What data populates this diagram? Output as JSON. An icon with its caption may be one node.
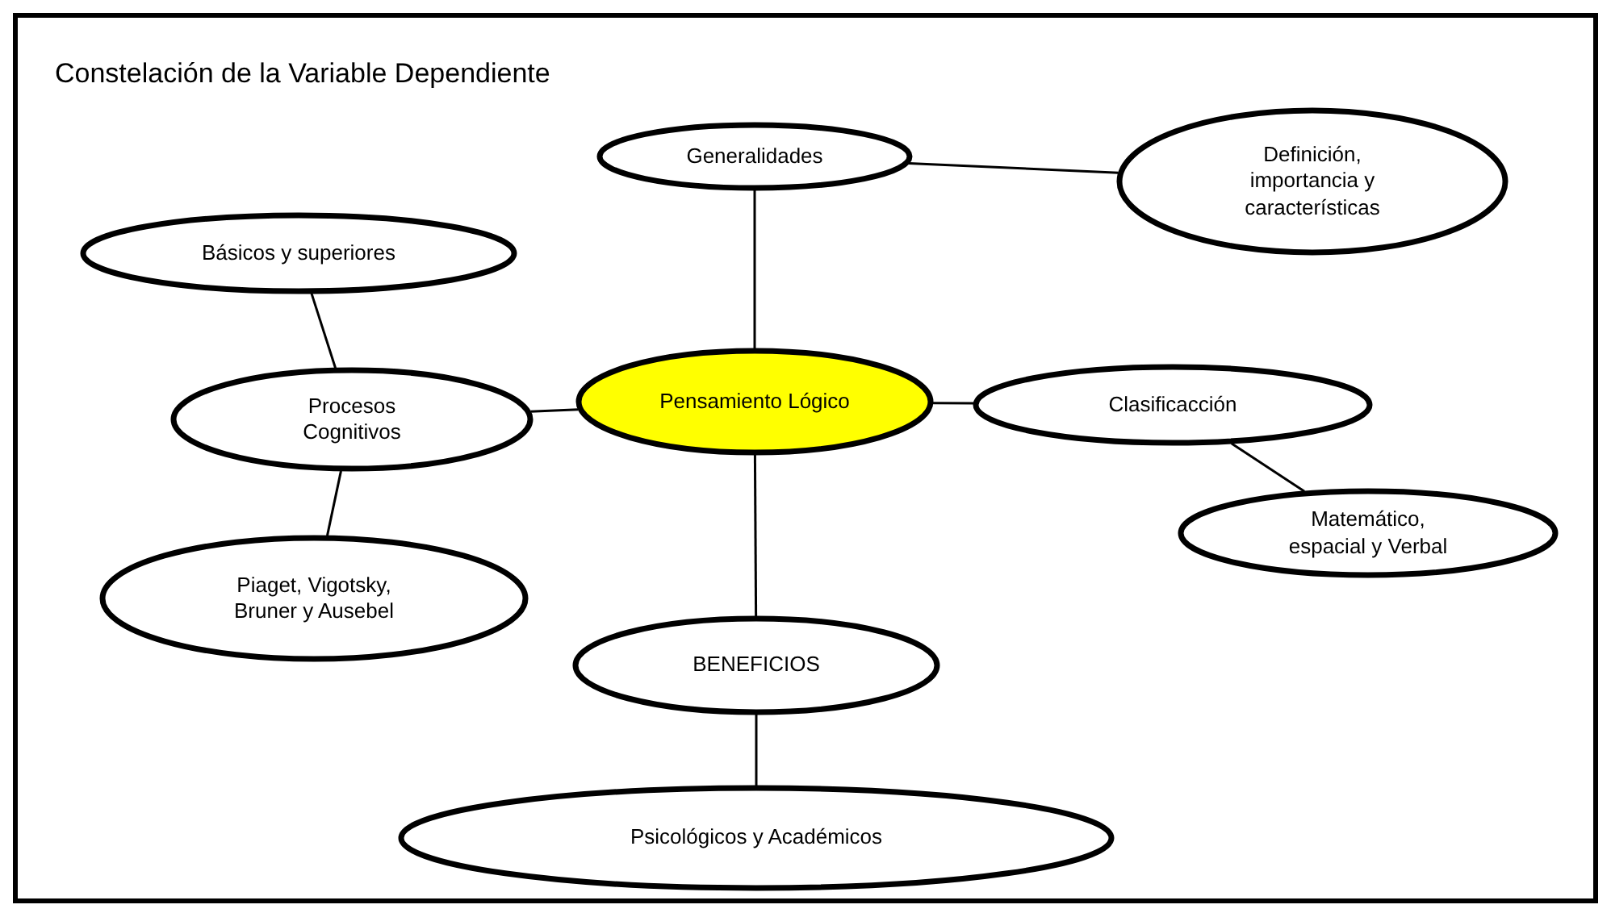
{
  "diagram": {
    "title": "Constelación de la Variable Dependiente",
    "nodes": [
      {
        "text": [
          "Pensamiento Lógico"
        ]
      },
      {
        "text": [
          "Generalidades"
        ]
      },
      {
        "text": [
          "Definición, importancia y características"
        ]
      },
      {
        "text": [
          "Básicos y superiores"
        ]
      },
      {
        "text": [
          "Procesos Cognitivos"
        ]
      },
      {
        "text": [
          "Clasificacción"
        ]
      },
      {
        "text": [
          "Matemático, espacial y Verbal"
        ]
      },
      {
        "text": [
          "Piaget, Vigotsky, Bruner y Ausebel"
        ]
      },
      {
        "text": [
          "BENEFICIOS"
        ]
      },
      {
        "text": [
          "Psicológicos y Académicos"
        ]
      }
    ],
    "edges": [
      {
        "from": 0,
        "to": 1,
        "arrow": "none"
      },
      {
        "from": 1,
        "to": 2,
        "arrow": "none"
      },
      {
        "from": 0,
        "to": 4,
        "arrow": "none"
      },
      {
        "from": 4,
        "to": 3,
        "arrow": "none"
      },
      {
        "from": 4,
        "to": 7,
        "arrow": "none"
      },
      {
        "from": 0,
        "to": 5,
        "arrow": "none"
      },
      {
        "from": 5,
        "to": 6,
        "arrow": "none"
      },
      {
        "from": 0,
        "to": 8,
        "arrow": "none"
      },
      {
        "from": 8,
        "to": 9,
        "arrow": "none"
      }
    ]
  }
}
